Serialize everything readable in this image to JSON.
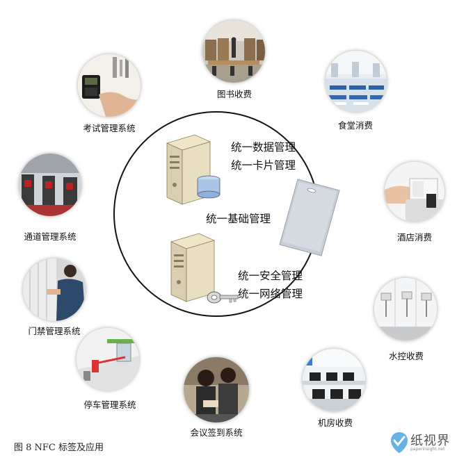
{
  "center": {
    "line1": "统一数据管理",
    "line2": "统一卡片管理",
    "line3": "统一基础管理",
    "line4": "统一安全管理",
    "line5": "统一网络管理"
  },
  "apps": [
    {
      "id": "library",
      "label": "图书收费"
    },
    {
      "id": "canteen",
      "label": "食堂消费"
    },
    {
      "id": "exam",
      "label": "考试管理系统"
    },
    {
      "id": "hotel",
      "label": "酒店消费"
    },
    {
      "id": "channel",
      "label": "通道管理系统"
    },
    {
      "id": "water",
      "label": "水控收费"
    },
    {
      "id": "door",
      "label": "门禁管理系统"
    },
    {
      "id": "parking",
      "label": "停车管理系统"
    },
    {
      "id": "meeting",
      "label": "会议签到系统"
    },
    {
      "id": "computer",
      "label": "机房收费"
    }
  ],
  "caption": "图 8 NFC 标签及应用",
  "logo": {
    "main": "纸视界",
    "sub": "paperinsight.net"
  },
  "colors": {
    "ring": "#111111",
    "accent": "#3a9ad9"
  }
}
